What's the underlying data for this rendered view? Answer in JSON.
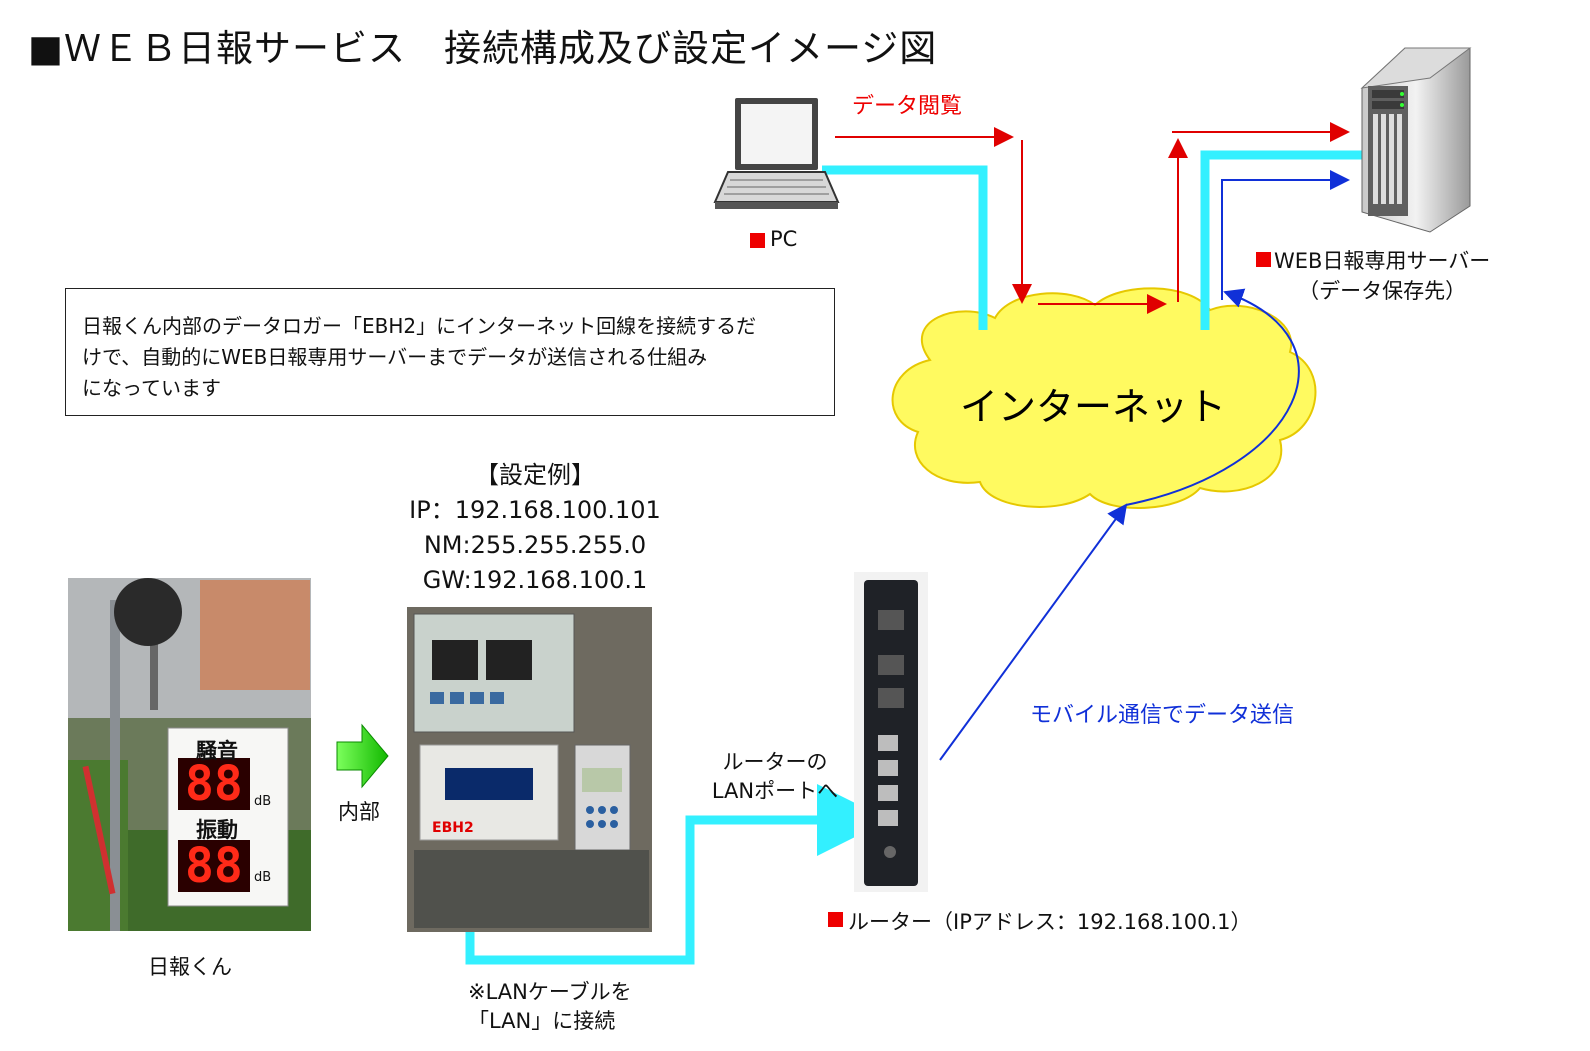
{
  "title": "■ＷＥＢ日報サービス　接続構成及び設定イメージ図",
  "description": {
    "line1": "日報くん内部のデータロガー「EBH2」にインターネット回線を接続するだ",
    "line2": "けで、自動的にWEB日報専用サーバーまでデータが送信される仕組み",
    "line3": "になっています"
  },
  "pc": {
    "label": "PC"
  },
  "server": {
    "label_line1": "WEB日報専用サーバー",
    "label_line2": "（データ保存先）"
  },
  "internet": {
    "label": "インターネット"
  },
  "data_view": {
    "label": "データ閲覧"
  },
  "settings": {
    "heading": "【設定例】",
    "ip": "IP：192.168.100.101",
    "nm": "NM:255.255.255.0",
    "gw": "GW:192.168.100.1"
  },
  "logger": {
    "label": "日報くん",
    "sign_top": "騒音",
    "sign_bottom": "振動",
    "unit": "dB"
  },
  "inner_arrow": {
    "label": "内部"
  },
  "ebh2": {
    "label": "EBH2"
  },
  "router_port": {
    "line1": "ルーターの",
    "line2": "LANポートへ"
  },
  "mobile": {
    "label": "モバイル通信でデータ送信"
  },
  "router": {
    "label": "ルーター（IPアドレス：192.168.100.1）"
  },
  "lan_note": {
    "line1": "※LANケーブルを",
    "line2": "「LAN」に接続"
  },
  "colors": {
    "cable": "#33f0ff",
    "view_arrow": "#e00000",
    "send_arrow": "#1030d8",
    "cloud": "#fffa60",
    "marker": "#e00000"
  }
}
